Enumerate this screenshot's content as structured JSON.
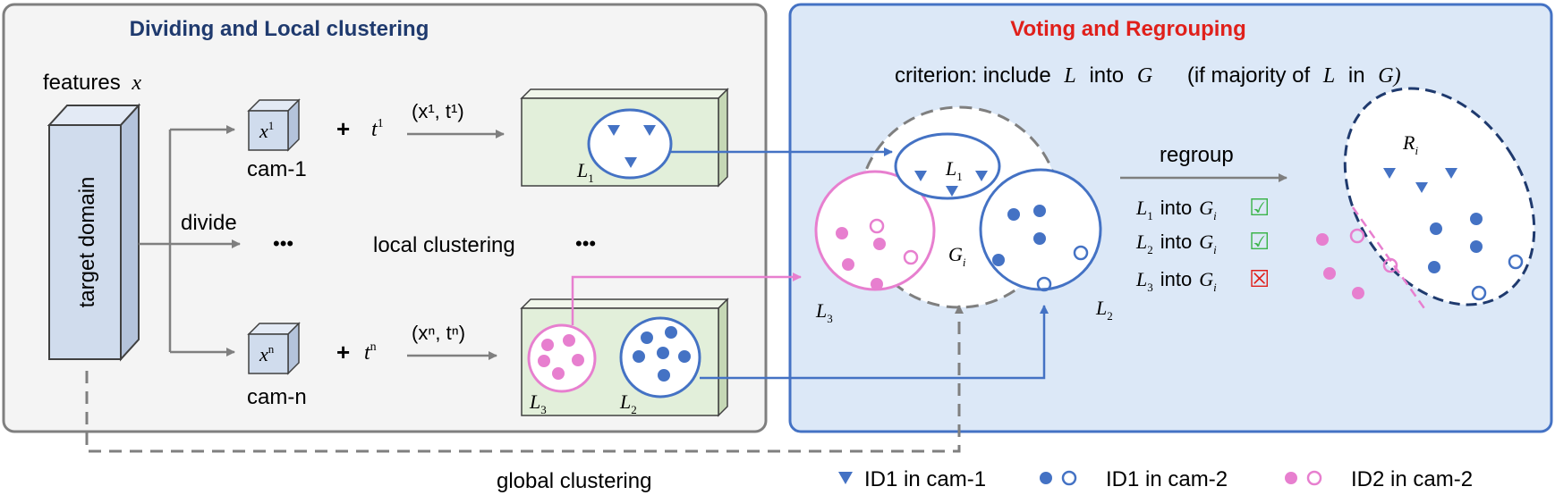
{
  "left_panel": {
    "title": "Dividing and Local clustering",
    "features_label": "features",
    "features_var": "x",
    "target_domain": "target domain",
    "divide_label": "divide",
    "ellipsis": "•••",
    "local_clustering": "local clustering",
    "cams": [
      {
        "name": "cam-1",
        "feature": "x",
        "sup": "1",
        "t": "t",
        "pair": "(x¹, t¹)"
      },
      {
        "name": "cam-n",
        "feature": "x",
        "sup": "n",
        "t": "t",
        "pair": "(xⁿ, tⁿ)"
      }
    ],
    "plus": "+",
    "cluster_labels": {
      "L1": "L",
      "L1_sub": "1",
      "L2": "L",
      "L2_sub": "2",
      "L3": "L",
      "L3_sub": "3"
    }
  },
  "right_panel": {
    "title": "Voting and Regrouping",
    "criterion_prefix": "criterion:  include",
    "criterion_L": "L",
    "criterion_into": "into",
    "criterion_G": "G",
    "criterion_suffix": "(if majority  of",
    "criterion_L2": "L",
    "criterion_in": "in",
    "criterion_G2": "G)",
    "regroup_label": "regroup",
    "G_label": "G",
    "G_sub": "i",
    "R_label": "R",
    "R_sub": "i",
    "rules": [
      {
        "L": "L",
        "L_sub": "1",
        "into": "into",
        "G": "G",
        "G_sub": "i",
        "result": "check",
        "symbol": "☑"
      },
      {
        "L": "L",
        "L_sub": "2",
        "into": "into",
        "G": "G",
        "G_sub": "i",
        "result": "check",
        "symbol": "☑"
      },
      {
        "L": "L",
        "L_sub": "3",
        "into": "into",
        "G": "G",
        "G_sub": "i",
        "result": "cross",
        "symbol": "☒"
      }
    ]
  },
  "bottom": {
    "global_clustering": "global clustering",
    "legend": [
      {
        "label": "ID1 in cam-1",
        "marker": "blue-triangle"
      },
      {
        "label": "ID1 in cam-2",
        "marker": "blue-dots"
      },
      {
        "label": "ID2 in cam-2",
        "marker": "pink-dots"
      }
    ]
  },
  "colors": {
    "blue": "#4472c4",
    "pink": "#e77fcf",
    "navy": "#1f3a6e",
    "red": "#e0201b",
    "green": "#3cb44b",
    "gray": "#7f7f7f",
    "left_bg": "#f4f4f4",
    "right_bg": "#dce8f7",
    "cluster_bg": "#e2efda",
    "cube": "#d0dced"
  }
}
